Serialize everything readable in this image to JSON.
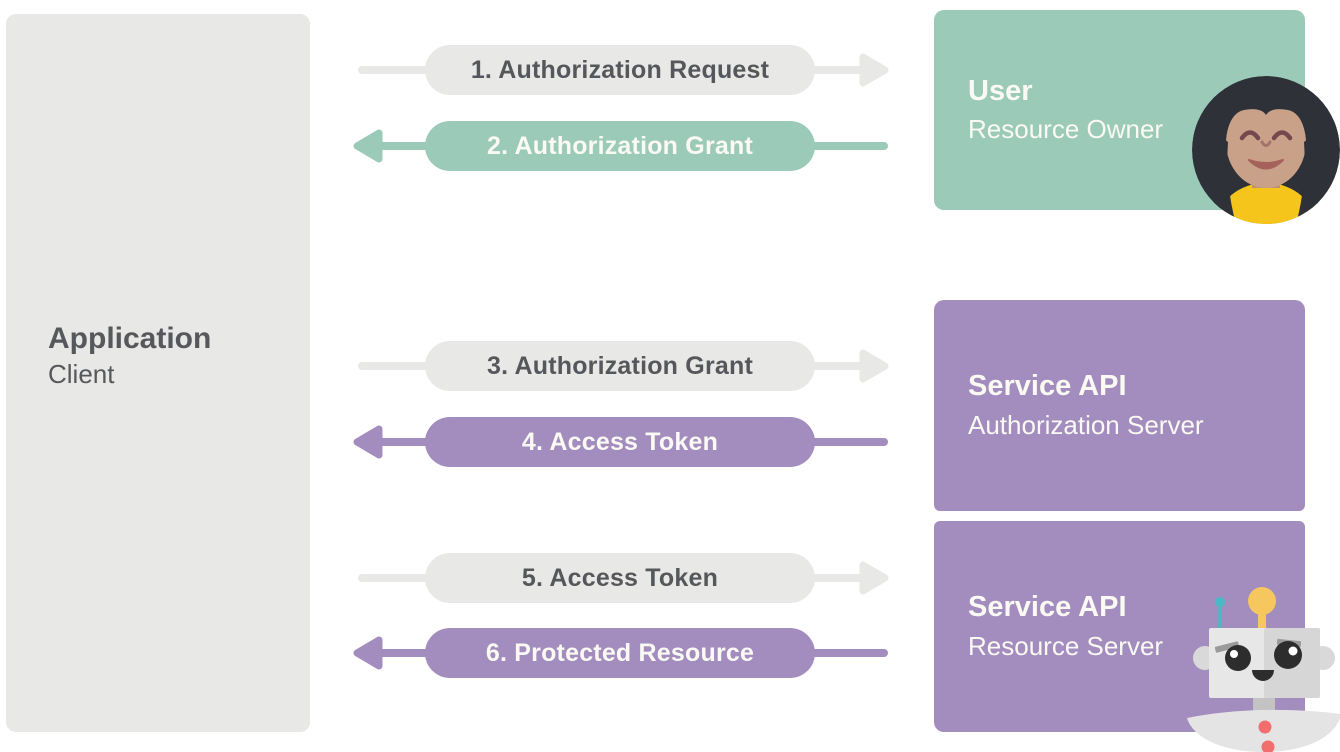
{
  "application": {
    "title": "Application",
    "subtitle": "Client"
  },
  "entities": [
    {
      "title": "User",
      "subtitle": "Resource Owner",
      "color": "#9bcab9",
      "illustration": "woman-avatar"
    },
    {
      "title": "Service API",
      "subtitle": "Authorization Server",
      "color": "#a38cbe",
      "illustration": "none"
    },
    {
      "title": "Service API",
      "subtitle": "Resource Server",
      "color": "#a38cbe",
      "illustration": "robot"
    }
  ],
  "arrows": [
    {
      "label": "1. Authorization Request",
      "direction": "right",
      "color": "#e8e8e7",
      "text_color": "#56575b"
    },
    {
      "label": "2. Authorization Grant",
      "direction": "left",
      "color": "#9bcab9",
      "text_color": "#faf9f3"
    },
    {
      "label": "3. Authorization Grant",
      "direction": "right",
      "color": "#e8e8e7",
      "text_color": "#56575b"
    },
    {
      "label": "4. Access Token",
      "direction": "left",
      "color": "#a38cbe",
      "text_color": "#faf9f3"
    },
    {
      "label": "5. Access Token",
      "direction": "right",
      "color": "#e8e8e7",
      "text_color": "#56575b"
    },
    {
      "label": "6. Protected Resource",
      "direction": "left",
      "color": "#a38cbe",
      "text_color": "#faf9f3"
    }
  ],
  "colors": {
    "neutral_gray": "#e8e8e7",
    "green": "#9bcab9",
    "purple": "#a38cbe",
    "dark_text": "#56575b",
    "light_text": "#faf9f3",
    "background": "#ffffff"
  }
}
